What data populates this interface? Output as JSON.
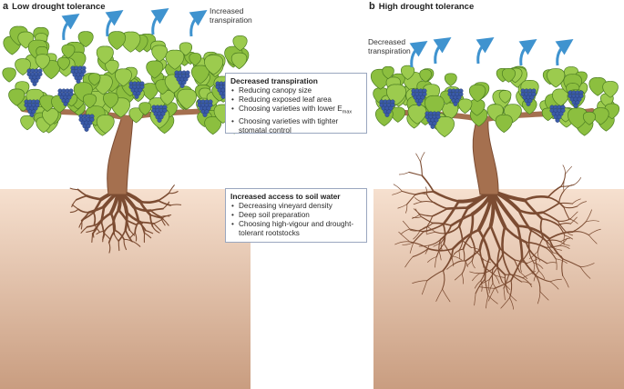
{
  "panels": [
    {
      "letter": "a",
      "title": "Low drought tolerance",
      "annotation": [
        "Increased",
        "transpiration"
      ]
    },
    {
      "letter": "b",
      "title": "High drought tolerance",
      "annotation": [
        "Decreased",
        "transpiration"
      ]
    }
  ],
  "boxes": {
    "transpiration": {
      "heading": "Decreased transpiration",
      "items": [
        "Reducing canopy size",
        "Reducing exposed leaf area",
        "Choosing varieties with lower E",
        "Choosing varieties with tighter stomatal control"
      ],
      "emax_subscript": "max"
    },
    "soil_water": {
      "heading": "Increased access to soil water",
      "items": [
        "Decreasing vineyard density",
        "Deep soil preparation",
        "Choosing high-vigour and drought-tolerant rootstocks"
      ]
    }
  },
  "colors": {
    "soil_top": "#f6e0cf",
    "soil_bottom": "#c99d80",
    "trunk": "#a5704f",
    "trunk_dark": "#7c4c32",
    "leaf": "#8cbf3f",
    "leaf_dark": "#4c7d22",
    "grape": "#3b5ba8",
    "arrow": "#3f93cf",
    "box_border": "#9aa7bf"
  }
}
